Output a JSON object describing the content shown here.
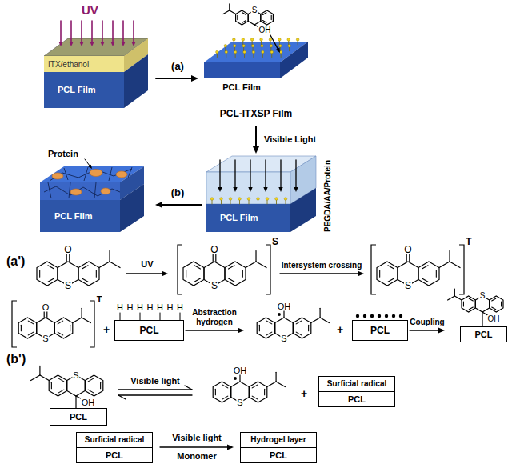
{
  "diagram": {
    "nodes": [
      {
        "text": [
          "PCL"
        ]
      },
      {
        "text": [
          "PCL"
        ]
      },
      {
        "text": [
          "PCL"
        ]
      },
      {
        "text": [
          "PCL"
        ]
      },
      {
        "text": [
          "Surficial radical",
          "PCL"
        ]
      },
      {
        "text": [
          "Surficial radical",
          "PCL"
        ]
      },
      {
        "text": [
          "Hydrogel layer",
          "PCL"
        ]
      }
    ],
    "labels": [
      "UV",
      "ITX/ethanol",
      "PCL Film",
      "(a)",
      "S",
      "OH",
      "PCL Film",
      "PCL-ITXSP Film",
      "Visible Light",
      "PEGDA/AA/Protein",
      "PCL Film",
      "(b)",
      "Protein",
      "PCL Film",
      "(a')",
      "O",
      "S",
      "UV",
      "O",
      "S",
      "S",
      "Intersystem crossing",
      "O",
      "S",
      "T",
      "O",
      "S",
      "T",
      "+",
      "H",
      "H",
      "H",
      "H",
      "H",
      "H",
      "H",
      "Abstraction hydrogen",
      "OH",
      "S",
      "+",
      "Coupling",
      "S",
      "OH",
      "(b')",
      "S",
      "OH",
      "Visible light",
      "OH",
      "S",
      "+",
      "Visible light",
      "Monomer"
    ]
  }
}
